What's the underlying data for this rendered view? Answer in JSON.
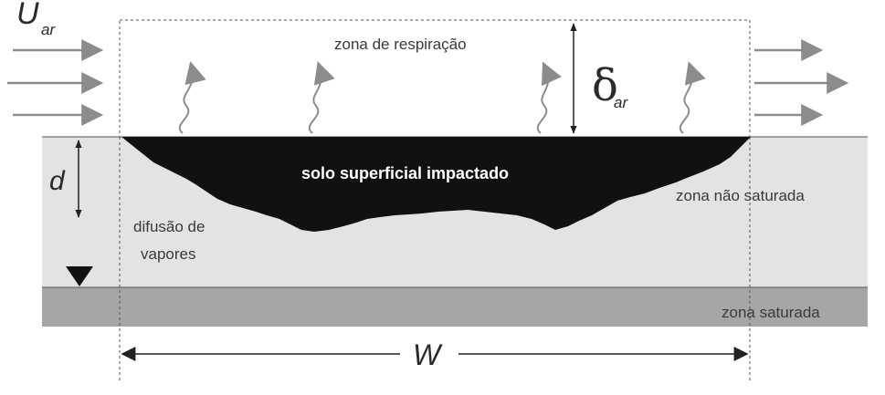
{
  "symbols": {
    "u_air": "U",
    "u_air_sub": "ar",
    "delta_air": "δ",
    "delta_air_sub": "ar",
    "depth": "d",
    "width": "W"
  },
  "labels": {
    "breathing_zone": "zona de respiração",
    "impacted_soil": "solo superficial impactado",
    "unsaturated_zone": "zona não saturada",
    "saturated_zone": "zona saturada",
    "vapor_diffusion_line1": "difusão de",
    "vapor_diffusion_line2": "vapores"
  },
  "colors": {
    "unsaturated_fill": "#e3e3e3",
    "saturated_fill": "#a6a6a6",
    "soil_fill": "#111111",
    "arrow_gray": "#8c8c8c",
    "line_dark": "#222222"
  }
}
